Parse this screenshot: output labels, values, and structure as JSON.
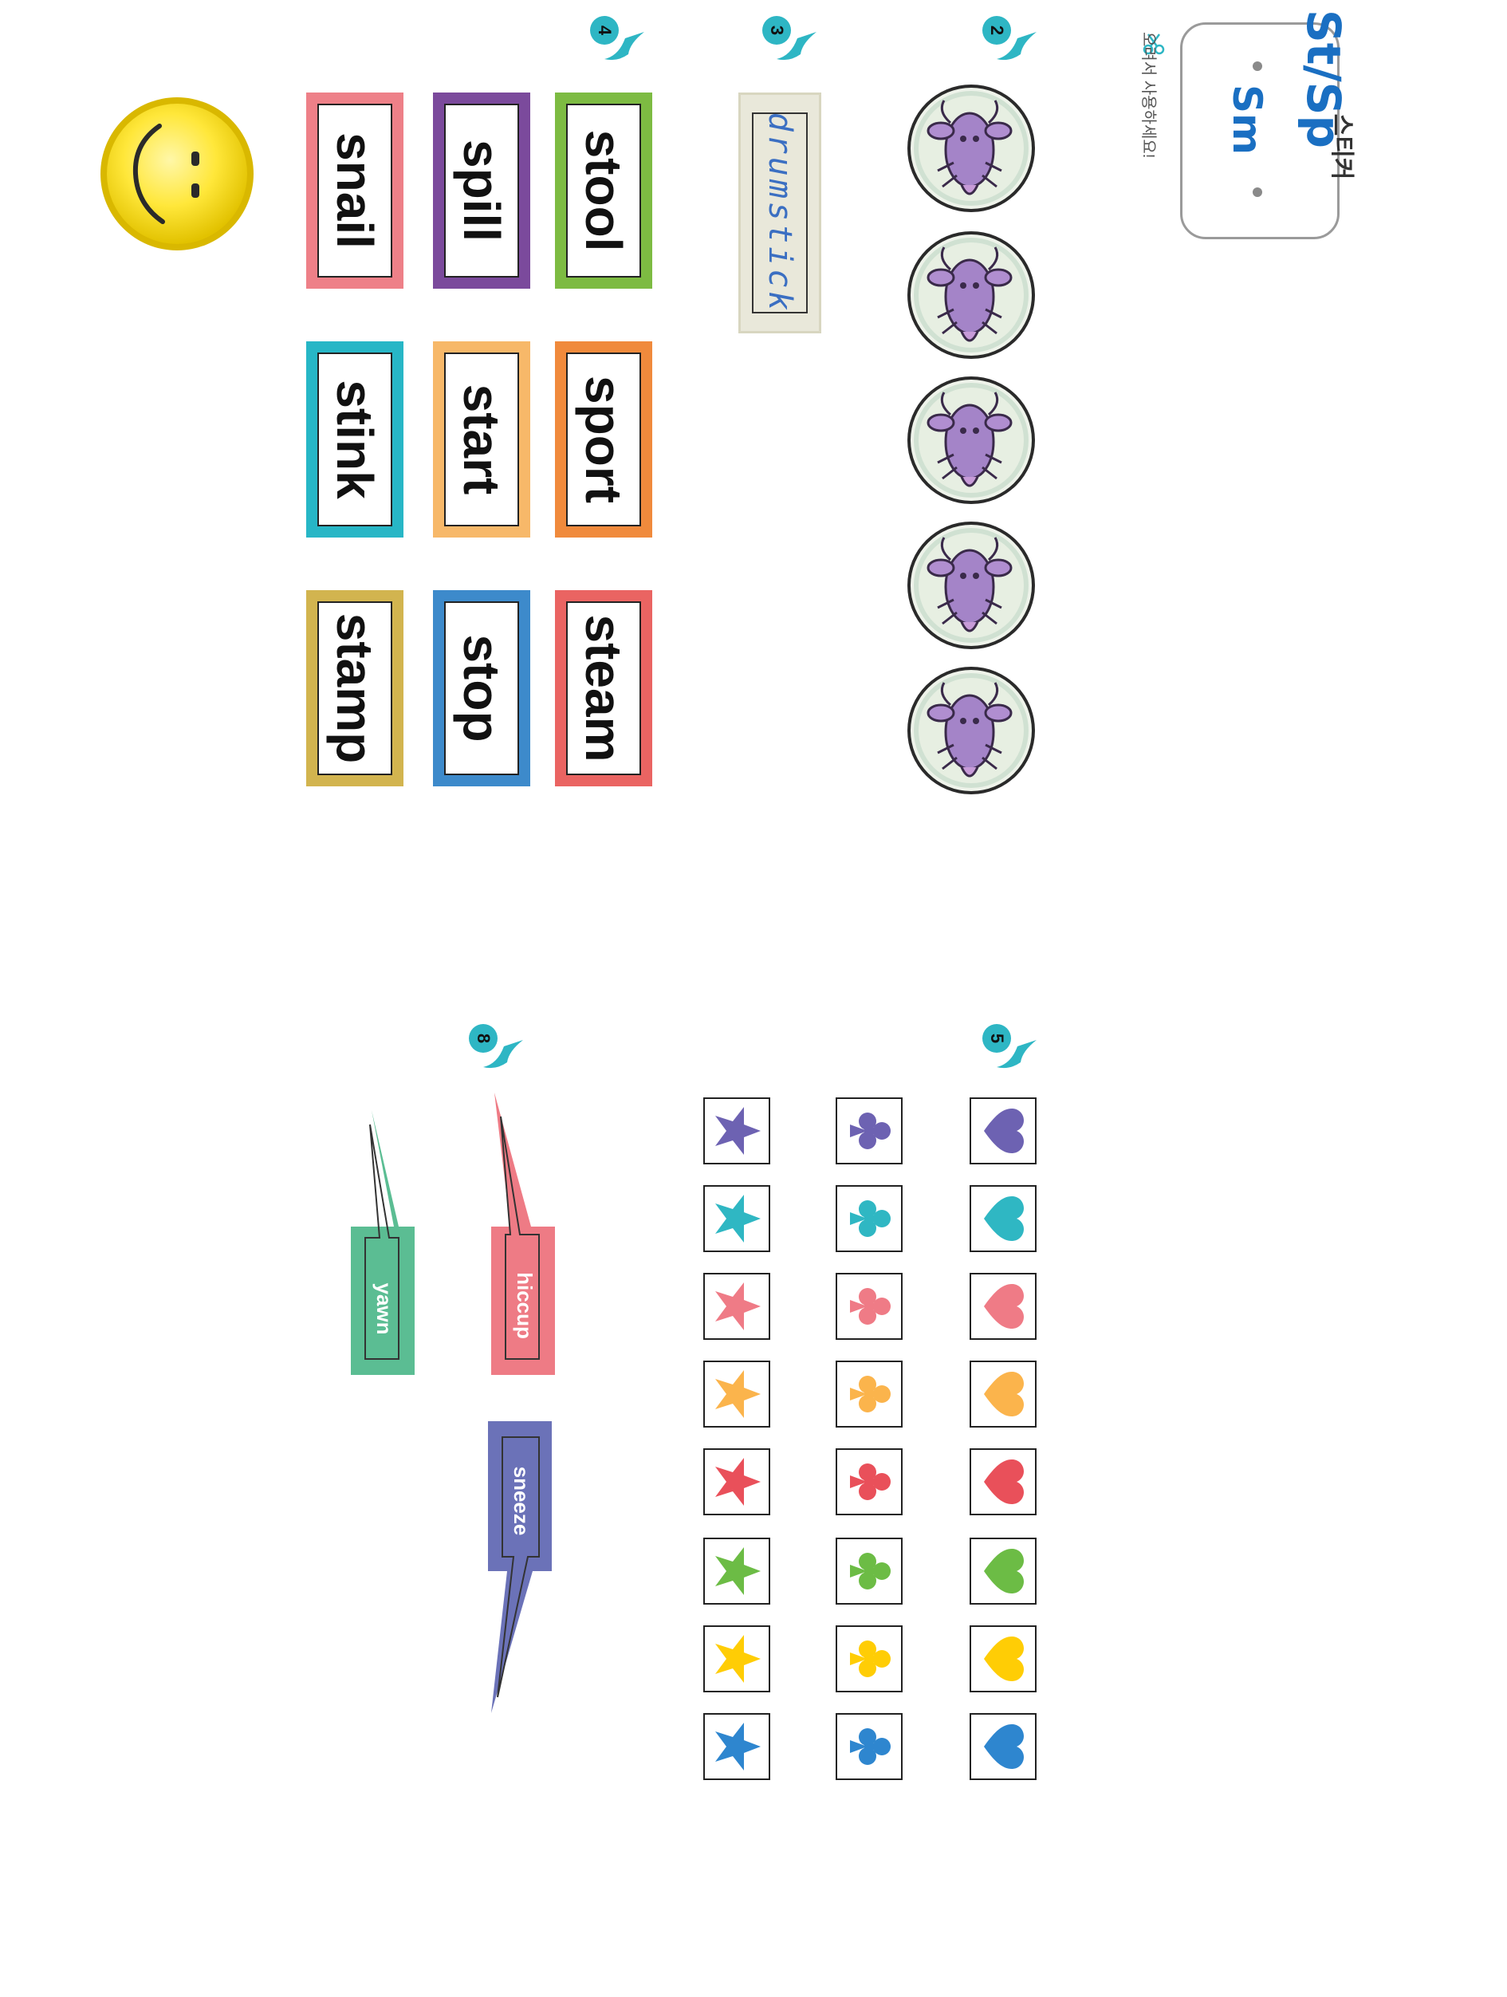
{
  "header": {
    "label": "스티커",
    "title_line1": "St/Sp",
    "title_line2": "Sm",
    "cut_note": "오려서 사용하세요!"
  },
  "markers": [
    "2",
    "3",
    "4",
    "5",
    "8"
  ],
  "section4": {
    "words": [
      "stool",
      "sport",
      "steam",
      "spill",
      "start",
      "stop",
      "snail",
      "stink",
      "stamp"
    ]
  },
  "section3": {
    "word": "drumstick"
  },
  "section8": {
    "bubbles": [
      "hiccup",
      "sneeze",
      "yawn"
    ]
  },
  "colors": {
    "purple": "#6d62b2",
    "teal": "#2fb7c3",
    "pink": "#ef7b86",
    "orange": "#fbb44c",
    "red": "#e9505a",
    "green": "#6cbc45",
    "yellow": "#ffcd05",
    "blue": "#2e86cf",
    "green_card": "#7dbb42",
    "orange_card": "#f08a3c",
    "red_card": "#ea6462",
    "violet_card": "#7b4a9c",
    "peach_card": "#f7b869",
    "blue_card": "#3d8acb",
    "coral_card": "#ee8088",
    "aqua_card": "#27b6c6",
    "gold_card": "#d2b44f",
    "bubble_pink": "#ee7b85",
    "bubble_blue": "#6b72b8",
    "bubble_green": "#5bbd93"
  },
  "icons": [
    "heart-icon",
    "club-icon",
    "star-icon",
    "scissors-icon",
    "smiley-icon",
    "crawfish-stamp"
  ]
}
